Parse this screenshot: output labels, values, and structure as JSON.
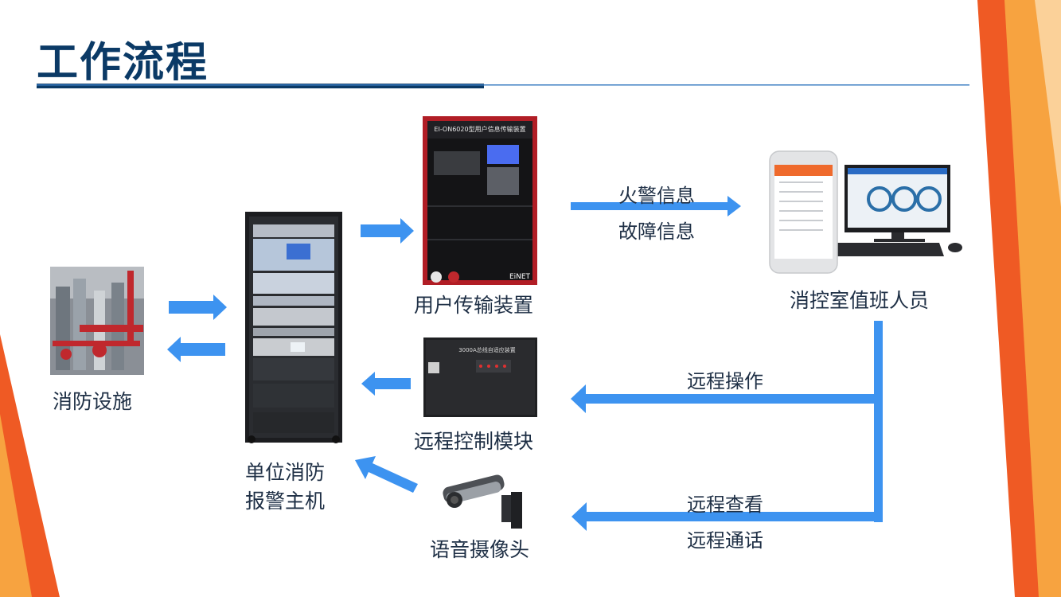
{
  "slide": {
    "title": "工作流程"
  },
  "nodes": {
    "facility": "消防设施",
    "host_line1": "单位消防",
    "host_line2": "报警主机",
    "transmitter": "用户传输装置",
    "remote_module": "远程控制模块",
    "camera": "语音摄像头",
    "duty_staff": "消控室值班人员"
  },
  "flows": {
    "fire_info": "火警信息",
    "fault_info": "故障信息",
    "remote_operation": "远程操作",
    "remote_view": "远程查看",
    "remote_call": "远程通话"
  },
  "device_texts": {
    "transmitter_header": "EI-ON6020型用户信息传输装置",
    "transmitter_brand": "EiNET",
    "module_header": "3000A总线自适应装置"
  },
  "colors": {
    "title": "#0b3a66",
    "arrow": "#3d93f0",
    "corner_orange": "#ef5a24",
    "corner_amber": "#f7a340",
    "rule_dark": "#0b3a66",
    "rule_light": "#3a7cc2"
  }
}
